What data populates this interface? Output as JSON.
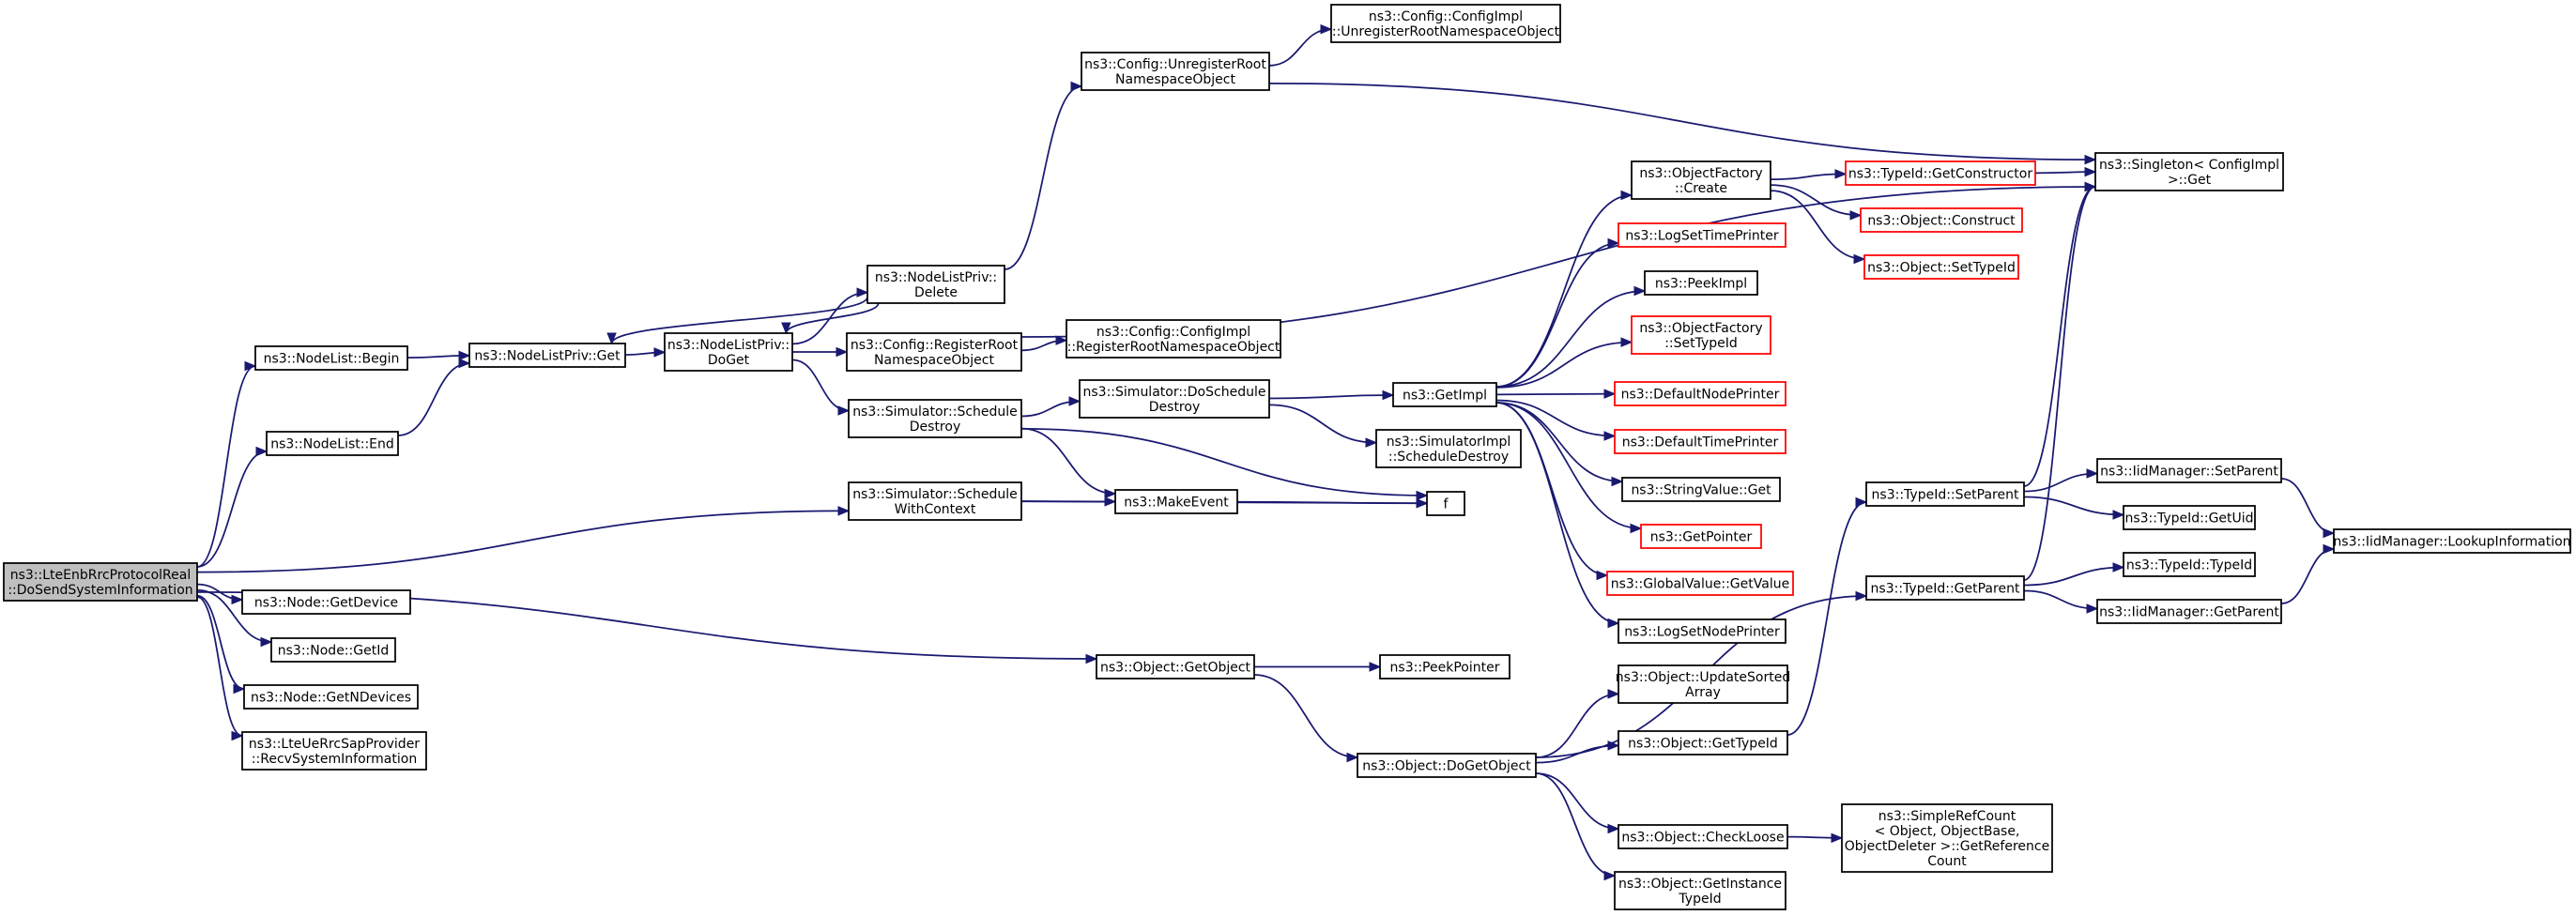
{
  "graph": {
    "colors": {
      "edge": "#191970",
      "node_border": "#000000",
      "incomplete_border": "#ff0000",
      "root_fill": "#bfbfbf"
    },
    "nodes": {
      "root": {
        "lines": [
          "ns3::LteEnbRrcProtocolReal",
          "::DoSendSystemInformation"
        ],
        "style": "root"
      },
      "nodelist_begin": {
        "lines": [
          "ns3::NodeList::Begin"
        ]
      },
      "nodelist_end": {
        "lines": [
          "ns3::NodeList::End"
        ]
      },
      "node_getdevice": {
        "lines": [
          "ns3::Node::GetDevice"
        ]
      },
      "node_getid": {
        "lines": [
          "ns3::Node::GetId"
        ]
      },
      "node_getndevices": {
        "lines": [
          "ns3::Node::GetNDevices"
        ]
      },
      "recvsysinfo": {
        "lines": [
          "ns3::LteUeRrcSapProvider",
          "::RecvSystemInformation"
        ]
      },
      "nlp_get": {
        "lines": [
          "ns3::NodeListPriv::Get"
        ]
      },
      "nlp_doget": {
        "lines": [
          "ns3::NodeListPriv::",
          "DoGet"
        ]
      },
      "nlp_delete": {
        "lines": [
          "ns3::NodeListPriv::",
          "Delete"
        ]
      },
      "cfg_unregister": {
        "lines": [
          "ns3::Config::UnregisterRoot",
          "NamespaceObject"
        ]
      },
      "cfgimpl_unregister": {
        "lines": [
          "ns3::Config::ConfigImpl",
          "::UnregisterRootNamespaceObject"
        ]
      },
      "cfg_register": {
        "lines": [
          "ns3::Config::RegisterRoot",
          "NamespaceObject"
        ]
      },
      "cfgimpl_register": {
        "lines": [
          "ns3::Config::ConfigImpl",
          "::RegisterRootNamespaceObject"
        ]
      },
      "sim_scheduledestroy": {
        "lines": [
          "ns3::Simulator::Schedule",
          "Destroy"
        ]
      },
      "sim_doscheduledestroy": {
        "lines": [
          "ns3::Simulator::DoSchedule",
          "Destroy"
        ]
      },
      "simimpl_scheduledestroy": {
        "lines": [
          "ns3::SimulatorImpl",
          "::ScheduleDestroy"
        ]
      },
      "sim_schedulewithcontext": {
        "lines": [
          "ns3::Simulator::Schedule",
          "WithContext"
        ]
      },
      "makeevent": {
        "lines": [
          "ns3::MakeEvent"
        ]
      },
      "f": {
        "lines": [
          "f"
        ]
      },
      "getimpl": {
        "lines": [
          "ns3::GetImpl"
        ]
      },
      "objfactory_create": {
        "lines": [
          "ns3::ObjectFactory",
          "::Create"
        ]
      },
      "logsettimeprinter": {
        "lines": [
          "ns3::LogSetTimePrinter"
        ],
        "style": "red"
      },
      "peekimpl": {
        "lines": [
          "ns3::PeekImpl"
        ]
      },
      "objfactory_settypeid": {
        "lines": [
          "ns3::ObjectFactory",
          "::SetTypeId"
        ],
        "style": "red"
      },
      "defaultnodeprinter": {
        "lines": [
          "ns3::DefaultNodePrinter"
        ],
        "style": "red"
      },
      "defaulttimeprinter": {
        "lines": [
          "ns3::DefaultTimePrinter"
        ],
        "style": "red"
      },
      "stringvalue_get": {
        "lines": [
          "ns3::StringValue::Get"
        ]
      },
      "getpointer": {
        "lines": [
          "ns3::GetPointer"
        ],
        "style": "red"
      },
      "globalvalue_getvalue": {
        "lines": [
          "ns3::GlobalValue::GetValue"
        ],
        "style": "red"
      },
      "logsetnodeprinter": {
        "lines": [
          "ns3::LogSetNodePrinter"
        ]
      },
      "typeid_getconstructor": {
        "lines": [
          "ns3::TypeId::GetConstructor"
        ],
        "style": "red"
      },
      "object_construct": {
        "lines": [
          "ns3::Object::Construct"
        ],
        "style": "red"
      },
      "object_settypeid": {
        "lines": [
          "ns3::Object::SetTypeId"
        ],
        "style": "red"
      },
      "singleton_get": {
        "lines": [
          "ns3::Singleton< ConfigImpl",
          " >::Get"
        ]
      },
      "object_getobject": {
        "lines": [
          "ns3::Object::GetObject"
        ]
      },
      "peekpointer": {
        "lines": [
          "ns3::PeekPointer"
        ]
      },
      "object_dogetobject": {
        "lines": [
          "ns3::Object::DoGetObject"
        ]
      },
      "object_updatesortedarray": {
        "lines": [
          "ns3::Object::UpdateSorted",
          "Array"
        ]
      },
      "object_gettypeid": {
        "lines": [
          "ns3::Object::GetTypeId"
        ]
      },
      "object_checkloose": {
        "lines": [
          "ns3::Object::CheckLoose"
        ]
      },
      "object_getinstancetypeid": {
        "lines": [
          "ns3::Object::GetInstance",
          "TypeId"
        ]
      },
      "simplerefcount": {
        "lines": [
          "ns3::SimpleRefCount",
          "< Object, ObjectBase,",
          " ObjectDeleter >::GetReference",
          "Count"
        ]
      },
      "typeid_setparent": {
        "lines": [
          "ns3::TypeId::SetParent"
        ]
      },
      "typeid_getparent": {
        "lines": [
          "ns3::TypeId::GetParent"
        ]
      },
      "iid_setparent": {
        "lines": [
          "ns3::IidManager::SetParent"
        ]
      },
      "typeid_getuid": {
        "lines": [
          "ns3::TypeId::GetUid"
        ]
      },
      "typeid_typeid": {
        "lines": [
          "ns3::TypeId::TypeId"
        ]
      },
      "iid_getparent": {
        "lines": [
          "ns3::IidManager::GetParent"
        ]
      },
      "iid_lookupinformation": {
        "lines": [
          "ns3::IidManager::LookupInformation"
        ]
      }
    },
    "edges": [
      [
        "root",
        "nodelist_begin"
      ],
      [
        "root",
        "nodelist_end"
      ],
      [
        "root",
        "sim_schedulewithcontext"
      ],
      [
        "root",
        "node_getdevice"
      ],
      [
        "root",
        "node_getid"
      ],
      [
        "root",
        "node_getndevices"
      ],
      [
        "root",
        "recvsysinfo"
      ],
      [
        "root",
        "object_getobject"
      ],
      [
        "nodelist_begin",
        "nlp_get"
      ],
      [
        "nodelist_end",
        "nlp_get"
      ],
      [
        "nlp_get",
        "nlp_doget"
      ],
      [
        "nlp_doget",
        "nlp_delete"
      ],
      [
        "nlp_doget",
        "cfg_register"
      ],
      [
        "nlp_doget",
        "sim_scheduledestroy"
      ],
      [
        "nlp_delete",
        "nlp_get"
      ],
      [
        "nlp_delete",
        "nlp_doget"
      ],
      [
        "nlp_delete",
        "cfg_unregister"
      ],
      [
        "cfg_unregister",
        "cfgimpl_unregister"
      ],
      [
        "cfg_unregister",
        "singleton_get"
      ],
      [
        "cfg_register",
        "cfgimpl_register"
      ],
      [
        "cfg_register",
        "singleton_get"
      ],
      [
        "sim_scheduledestroy",
        "sim_doscheduledestroy"
      ],
      [
        "sim_scheduledestroy",
        "makeevent"
      ],
      [
        "sim_scheduledestroy",
        "f"
      ],
      [
        "sim_doscheduledestroy",
        "getimpl"
      ],
      [
        "sim_doscheduledestroy",
        "simimpl_scheduledestroy"
      ],
      [
        "sim_schedulewithcontext",
        "makeevent"
      ],
      [
        "sim_schedulewithcontext",
        "f"
      ],
      [
        "makeevent",
        "f"
      ],
      [
        "getimpl",
        "objfactory_create"
      ],
      [
        "getimpl",
        "logsettimeprinter"
      ],
      [
        "getimpl",
        "peekimpl"
      ],
      [
        "getimpl",
        "objfactory_settypeid"
      ],
      [
        "getimpl",
        "defaultnodeprinter"
      ],
      [
        "getimpl",
        "defaulttimeprinter"
      ],
      [
        "getimpl",
        "stringvalue_get"
      ],
      [
        "getimpl",
        "getpointer"
      ],
      [
        "getimpl",
        "globalvalue_getvalue"
      ],
      [
        "getimpl",
        "logsetnodeprinter"
      ],
      [
        "objfactory_create",
        "typeid_getconstructor"
      ],
      [
        "objfactory_create",
        "object_construct"
      ],
      [
        "objfactory_create",
        "object_settypeid"
      ],
      [
        "typeid_getconstructor",
        "singleton_get"
      ],
      [
        "object_getobject",
        "peekpointer"
      ],
      [
        "object_getobject",
        "object_dogetobject"
      ],
      [
        "object_dogetobject",
        "object_updatesortedarray"
      ],
      [
        "object_dogetobject",
        "object_gettypeid"
      ],
      [
        "object_dogetobject",
        "typeid_getparent"
      ],
      [
        "object_dogetobject",
        "object_checkloose"
      ],
      [
        "object_dogetobject",
        "object_getinstancetypeid"
      ],
      [
        "object_gettypeid",
        "typeid_setparent"
      ],
      [
        "object_checkloose",
        "simplerefcount"
      ],
      [
        "typeid_setparent",
        "singleton_get"
      ],
      [
        "typeid_setparent",
        "iid_setparent"
      ],
      [
        "typeid_setparent",
        "typeid_getuid"
      ],
      [
        "typeid_getparent",
        "singleton_get"
      ],
      [
        "typeid_getparent",
        "typeid_typeid"
      ],
      [
        "typeid_getparent",
        "iid_getparent"
      ],
      [
        "iid_setparent",
        "iid_lookupinformation"
      ],
      [
        "iid_getparent",
        "iid_lookupinformation"
      ]
    ]
  }
}
